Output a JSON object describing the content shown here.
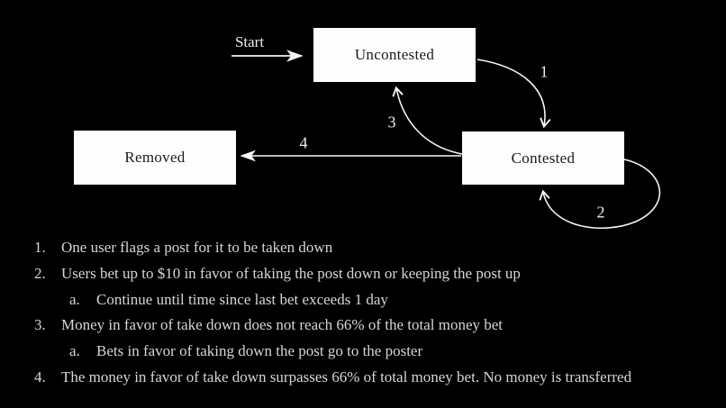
{
  "diagram": {
    "start_label": "Start",
    "nodes": [
      {
        "id": "uncontested",
        "label": "Uncontested"
      },
      {
        "id": "removed",
        "label": "Removed"
      },
      {
        "id": "contested",
        "label": "Contested"
      }
    ],
    "edges": [
      {
        "label": "1",
        "from": "Uncontested",
        "to": "Contested"
      },
      {
        "label": "2",
        "from": "Contested",
        "to": "Contested"
      },
      {
        "label": "3",
        "from": "Contested",
        "to": "Uncontested"
      },
      {
        "label": "4",
        "from": "Contested",
        "to": "Removed"
      }
    ]
  },
  "notes": {
    "items": [
      {
        "marker": "1.",
        "level": 1,
        "text": "One user flags a post for it to be taken down"
      },
      {
        "marker": "2.",
        "level": 1,
        "text": "Users bet up to $10 in favor of taking the post down or keeping the post up"
      },
      {
        "marker": "a.",
        "level": 2,
        "text": "Continue until time since last bet exceeds 1 day"
      },
      {
        "marker": "3.",
        "level": 1,
        "text": "Money in favor of take down does not reach 66% of the total money bet"
      },
      {
        "marker": "a.",
        "level": 2,
        "text": "Bets in favor of taking down the post go to the poster"
      },
      {
        "marker": "4.",
        "level": 1,
        "text": "The money in favor of take down surpasses 66% of total money bet. No money is transferred"
      }
    ]
  },
  "colors": {
    "background": "#000000",
    "node_fill": "#fdfdfd",
    "node_text": "#1b1b1b",
    "line": "#f5f5f5",
    "list_text": "#d6d6d6"
  }
}
